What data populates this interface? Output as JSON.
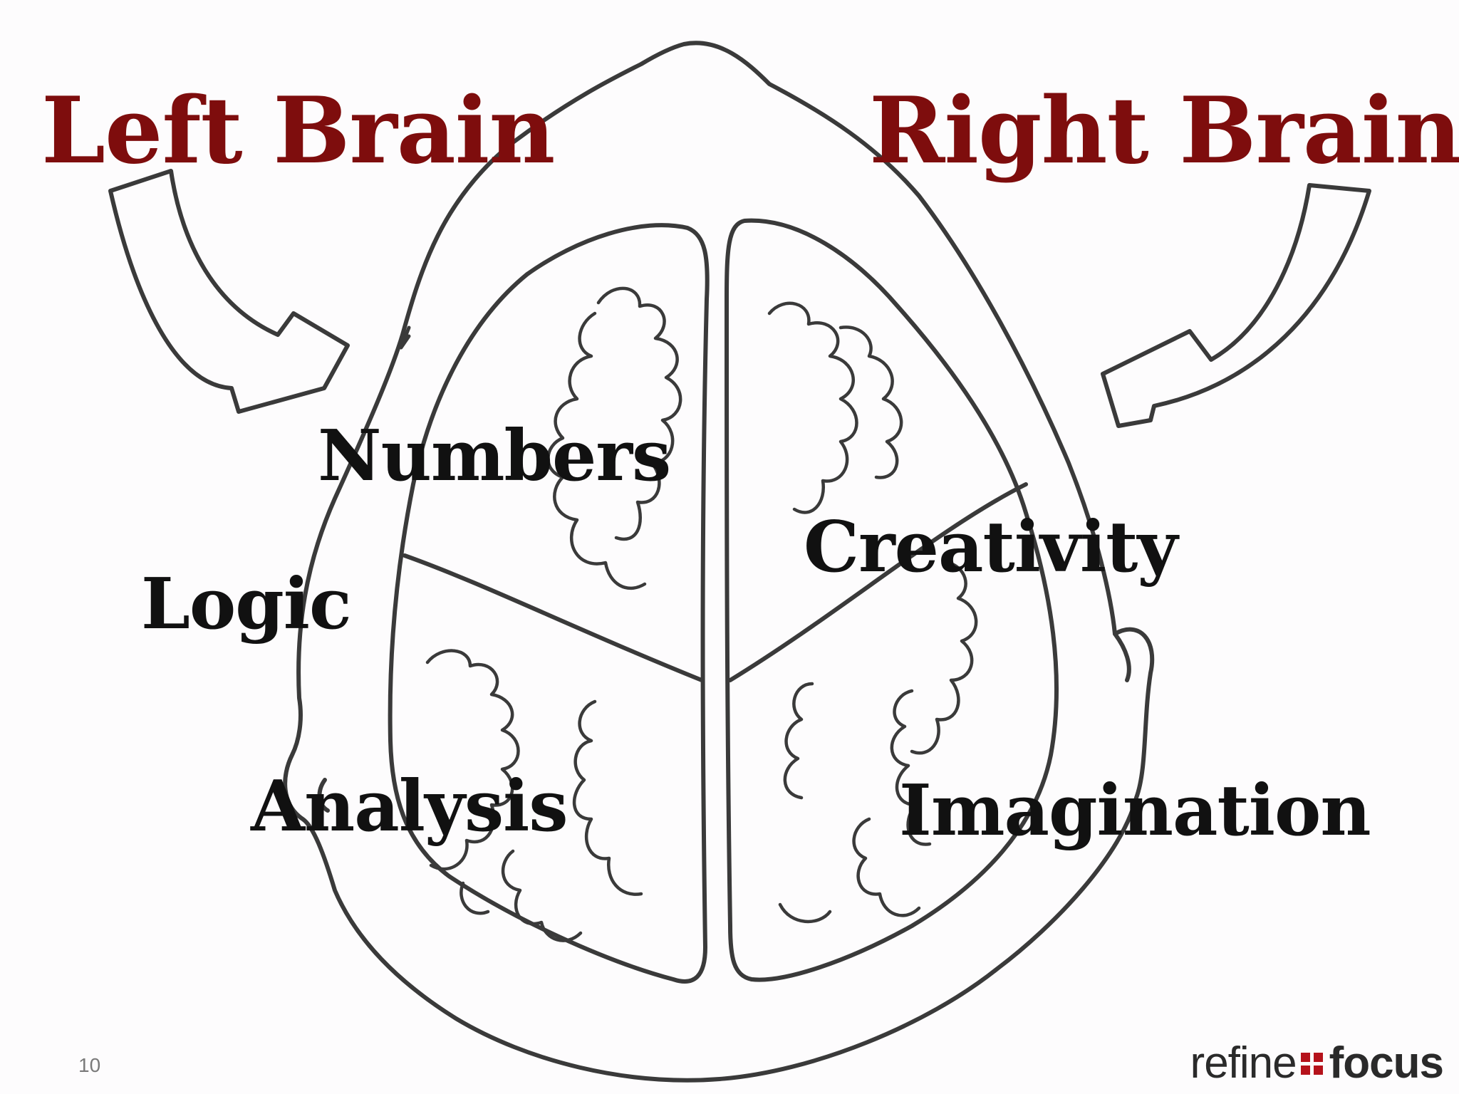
{
  "slide": {
    "title_left": "Left Brain",
    "title_right": "Right Brain",
    "page_number": "10",
    "title_color": "#7e0d0d",
    "outline_color": "#3a3a3a",
    "label_color": "#111111"
  },
  "labels": {
    "numbers": "Numbers",
    "logic": "Logic",
    "analysis": "Analysis",
    "creativity": "Creativity",
    "imagination": "Imagination"
  },
  "logo": {
    "part1": "refine",
    "part2": "focus",
    "mark_color": "#b5121b",
    "mark_icon": "four-square-icon"
  },
  "icons": [
    "left-curved-arrow-icon",
    "right-curved-arrow-icon",
    "brain-top-view-icon"
  ]
}
